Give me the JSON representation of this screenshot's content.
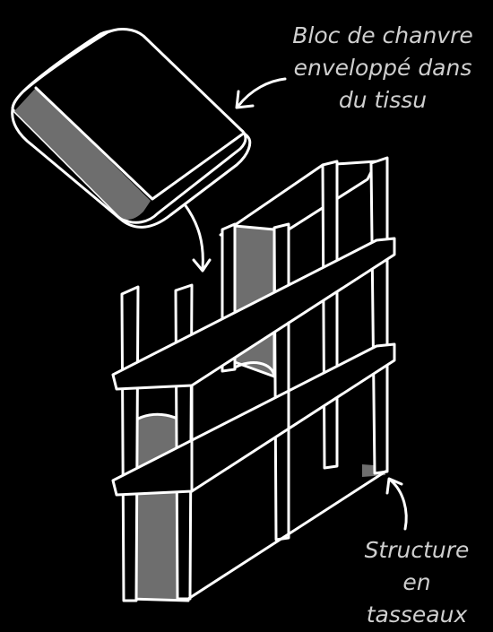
{
  "labels": {
    "hemp_block": [
      "Bloc de chanvre",
      "enveloppé dans",
      "du tissu"
    ],
    "frame": [
      "Structure",
      "en",
      "tasseaux"
    ]
  },
  "colors": {
    "background": "#000000",
    "line": "#ffffff",
    "fill_grey": "#6e6e6e",
    "text": "#cfcfcf"
  }
}
